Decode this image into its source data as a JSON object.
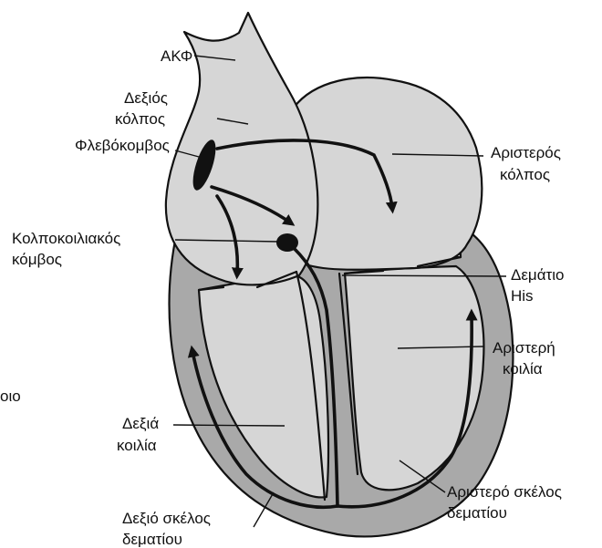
{
  "colors": {
    "chamber_fill": "#d6d6d6",
    "muscle_wall": "#a9a9a9",
    "outline": "#111111",
    "background": "#ffffff"
  },
  "labels": {
    "svc": "ΑΚΦ",
    "right_atrium_line1": "Δεξιός",
    "right_atrium_line2": "κόλπος",
    "sa_node": "Φλεβόκομβος",
    "left_atrium_line1": "Αριστερός",
    "left_atrium_line2": "κόλπος",
    "av_node_line1": "Κολποκοιλιακός",
    "av_node_line2": "κόμβος",
    "his_bundle_line1": "Δεμάτιο",
    "his_bundle_line2": "His",
    "left_ventricle_line1": "Αριστερή",
    "left_ventricle_line2": "κοιλία",
    "right_ventricle_line1": "Δεξιά",
    "right_ventricle_line2": "κοιλία",
    "left_bundle_branch_line1": "Αριστερό σκέλος",
    "left_bundle_branch_line2": "δεματίου",
    "right_bundle_branch_line1": "Δεξιό σκέλος",
    "right_bundle_branch_line2": "δεματίου",
    "cutoff_left_fragment": "οιο"
  }
}
